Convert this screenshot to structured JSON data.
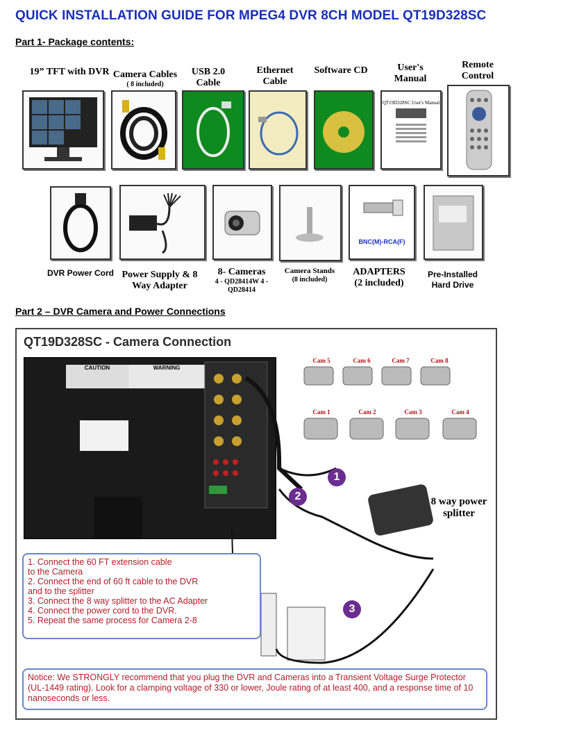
{
  "title": "QUICK INSTALLATION GUIDE FOR MPEG4 DVR 8CH MODEL QT19D328SC",
  "part1": {
    "heading": "Part 1- Package contents:",
    "items_row1": [
      {
        "label": "19” TFT with DVR",
        "sub": ""
      },
      {
        "label": "Camera Cables",
        "sub": "( 8 included)"
      },
      {
        "label": "USB 2.0 Cable",
        "sub": ""
      },
      {
        "label": "Ethernet Cable",
        "sub": ""
      },
      {
        "label": "Software CD",
        "sub": ""
      },
      {
        "label": "User's Manual",
        "sub": ""
      },
      {
        "label": "Remote Control",
        "sub": ""
      }
    ],
    "items_row2": [
      {
        "label": "DVR Power Cord",
        "sub": ""
      },
      {
        "label": "Power Supply & 8 Way Adapter",
        "sub": ""
      },
      {
        "label": "8- Cameras",
        "sub": "4 - QD28414W  4 - QD28414"
      },
      {
        "label": "Camera Stands",
        "sub": "(8 included)"
      },
      {
        "label": "ADAPTERS",
        "sub": "(2 included)"
      },
      {
        "label": "Pre-Installed Hard Drive",
        "sub": ""
      }
    ],
    "adapter_tag": "BNC(M)-RCA(F)",
    "manual_text": "QT19D328SC User's Manual"
  },
  "part2": {
    "heading": "Part 2 – DVR Camera and Power Connections",
    "panel_title": "QT19D328SC - Camera Connection",
    "caution": "CAUTION",
    "warning": "WARNING",
    "cameras": [
      "Cam 5",
      "Cam 6",
      "Cam 7",
      "Cam 8",
      "Cam 1",
      "Cam 2",
      "Cam 3",
      "Cam 4"
    ],
    "splitter_label": "8 way power splitter",
    "badges": [
      "1",
      "2",
      "3"
    ],
    "steps": [
      "1. Connect the 60 FT extension cable",
      "    to the Camera",
      "2. Connect the end of 60 ft cable to the DVR",
      "    and to the splitter",
      "3. Connect the 8 way splitter to the AC Adapter",
      "4. Connect the power cord to the DVR.",
      "5. Repeat the same process for Camera 2-8"
    ],
    "notice": "Notice: We STRONGLY recommend that you plug the DVR and Cameras into a Transient Voltage Surge Protector (UL-1449 rating). Look for a clamping voltage of 330 or lower, Joule rating of at least 400, and a response time of 10 nanoseconds or less."
  },
  "colors": {
    "title_blue": "#1a2fb8",
    "step_red": "#b01d2a",
    "badge_purple": "#6b2d8f",
    "cd_green": "#0e8a1f"
  }
}
